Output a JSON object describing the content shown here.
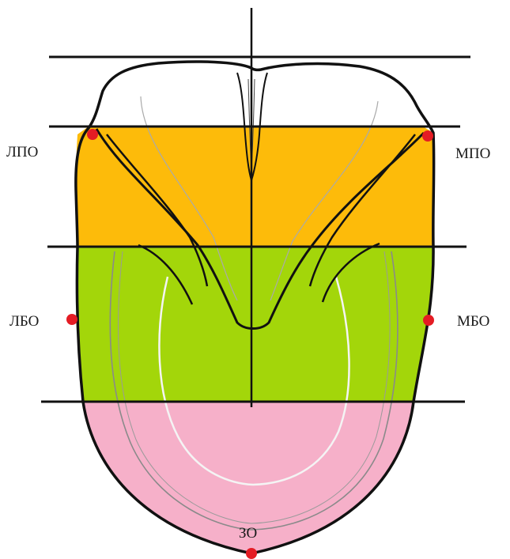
{
  "diagram": {
    "zone_colors": {
      "upper": "#fdbb0a",
      "middle": "#a3d60a",
      "lower": "#f6b0c9",
      "marker": "#e41c24",
      "outline": "#111111"
    },
    "labels": {
      "left_upper": "ЛПО",
      "right_upper": "МПО",
      "left_middle": "ЛБО",
      "right_middle": "МБО",
      "bottom": "ЗО"
    }
  }
}
